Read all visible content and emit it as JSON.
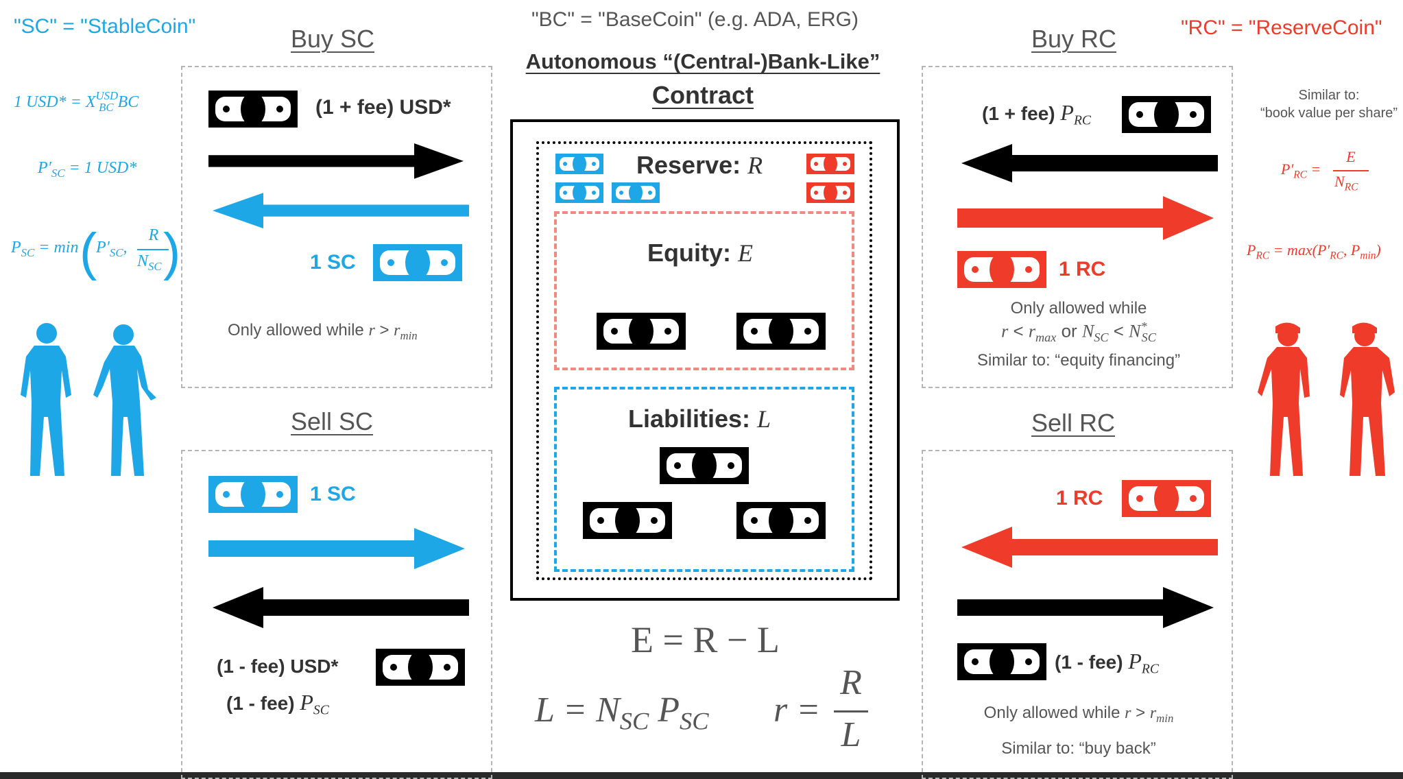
{
  "header": {
    "sc_definition": "\"SC\" = \"StableCoin\"",
    "bc_definition": "\"BC\" = \"BaseCoin\" (e.g. ADA, ERG)",
    "rc_definition": "\"RC\" = \"ReserveCoin\"",
    "contract_title_line1": "Autonomous “(Central-)Bank-Like”",
    "contract_title_line2": "Contract"
  },
  "left_formulas": {
    "usd_rate_lhs": "1 USD* = X",
    "usd_rate_sup": "USD",
    "usd_rate_sub": "BC",
    "usd_rate_rhs": " BC",
    "psc_prime_lhs": "P",
    "psc_prime_mark": "′",
    "psc_prime_sub": "SC",
    "psc_prime_rhs": " = 1 USD*",
    "psc_lhs": "P",
    "psc_sub": "SC",
    "psc_eq": " = min",
    "psc_arg_p": "P′",
    "psc_arg_sub": "SC",
    "psc_frac_num": "R",
    "psc_frac_den_n": "N",
    "psc_frac_den_sub": "SC"
  },
  "right_formulas": {
    "similar_line1": "Similar to:",
    "similar_line2": "“book value per share”",
    "prc_prime_lhs": "P′",
    "prc_prime_sub": "RC",
    "prc_frac_num": "E",
    "prc_frac_den_n": "N",
    "prc_frac_den_sub": "RC",
    "prc_lhs": "P",
    "prc_sub": "RC",
    "prc_rhs_1": " = max(P′",
    "prc_rhs_sub1": "RC",
    "prc_rhs_2": ", P",
    "prc_rhs_sub2": "min",
    "prc_rhs_3": ")"
  },
  "buy_sc": {
    "title": "Buy SC",
    "pay_label": "(1 + fee) USD*",
    "receive_label": "1 SC",
    "condition_prefix": "Only allowed while ",
    "condition_r": "r",
    "condition_op": " > ",
    "condition_rmin": "r",
    "condition_rmin_sub": "min"
  },
  "sell_sc": {
    "title": "Sell SC",
    "give_label": "1 SC",
    "receive_label_1": "(1 - fee) USD*",
    "receive_label_2_prefix": "(1 - fee) ",
    "receive_label_2_p": "P",
    "receive_label_2_sub": "SC"
  },
  "buy_rc": {
    "title": "Buy RC",
    "pay_prefix": "(1 + fee) ",
    "pay_p": "P",
    "pay_sub": "RC",
    "receive_label": "1 RC",
    "condition_line1": "Only allowed while",
    "condition_r": "r",
    "condition_lt": " < ",
    "condition_rmax": "r",
    "condition_rmax_sub": "max",
    "condition_or": " or ",
    "condition_n": "N",
    "condition_n_sub": "SC",
    "condition_lt2": " < ",
    "condition_nstar": "N",
    "condition_nstar_sup": "*",
    "condition_nstar_sub": "SC",
    "similar": "Similar to: “equity financing”"
  },
  "sell_rc": {
    "title": "Sell RC",
    "give_label": "1 RC",
    "receive_prefix": "(1 - fee) ",
    "receive_p": "P",
    "receive_sub": "RC",
    "condition_prefix": "Only allowed while ",
    "condition_r": "r",
    "condition_op": " > ",
    "condition_rmin": "r",
    "condition_rmin_sub": "min",
    "similar": "Similar to: “buy back”"
  },
  "contract": {
    "reserve_label": "Reserve: ",
    "reserve_var": "R",
    "equity_label": "Equity: ",
    "equity_var": "E",
    "liabilities_label": "Liabilities: ",
    "liabilities_var": "L"
  },
  "equations": {
    "eq1": "E = R − L",
    "eq2_lhs": "L = N",
    "eq2_sub1": "SC",
    "eq2_mid": " P",
    "eq2_sub2": "SC",
    "eq3_lhs": "r = ",
    "eq3_num": "R",
    "eq3_den": "L"
  },
  "colors": {
    "blue": "#1ea7e6",
    "red": "#ee3b2a",
    "black": "#000000"
  }
}
